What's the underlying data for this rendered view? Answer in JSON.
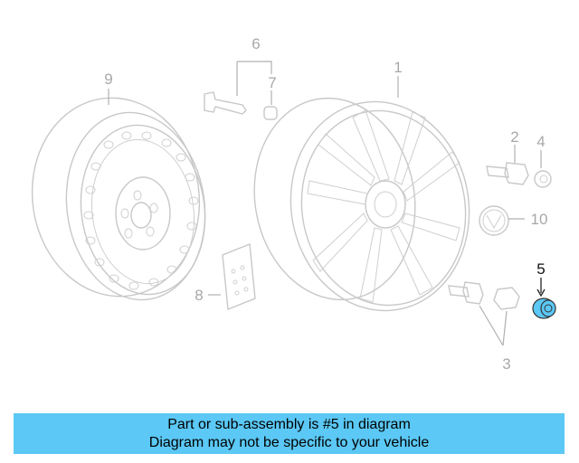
{
  "diagram": {
    "callouts": [
      {
        "id": "1",
        "label": "1"
      },
      {
        "id": "2",
        "label": "2"
      },
      {
        "id": "3",
        "label": "3"
      },
      {
        "id": "4",
        "label": "4"
      },
      {
        "id": "5",
        "label": "5"
      },
      {
        "id": "6",
        "label": "6"
      },
      {
        "id": "7",
        "label": "7"
      },
      {
        "id": "8",
        "label": "8"
      },
      {
        "id": "9",
        "label": "9"
      },
      {
        "id": "10",
        "label": "10"
      }
    ],
    "highlighted_part": "5",
    "highlight_color": "#5bc8f5",
    "banner": {
      "line1": "Part or sub-assembly is #5 in diagram",
      "line2": "Diagram may not be specific to your vehicle",
      "background": "#5bc8f5"
    }
  }
}
